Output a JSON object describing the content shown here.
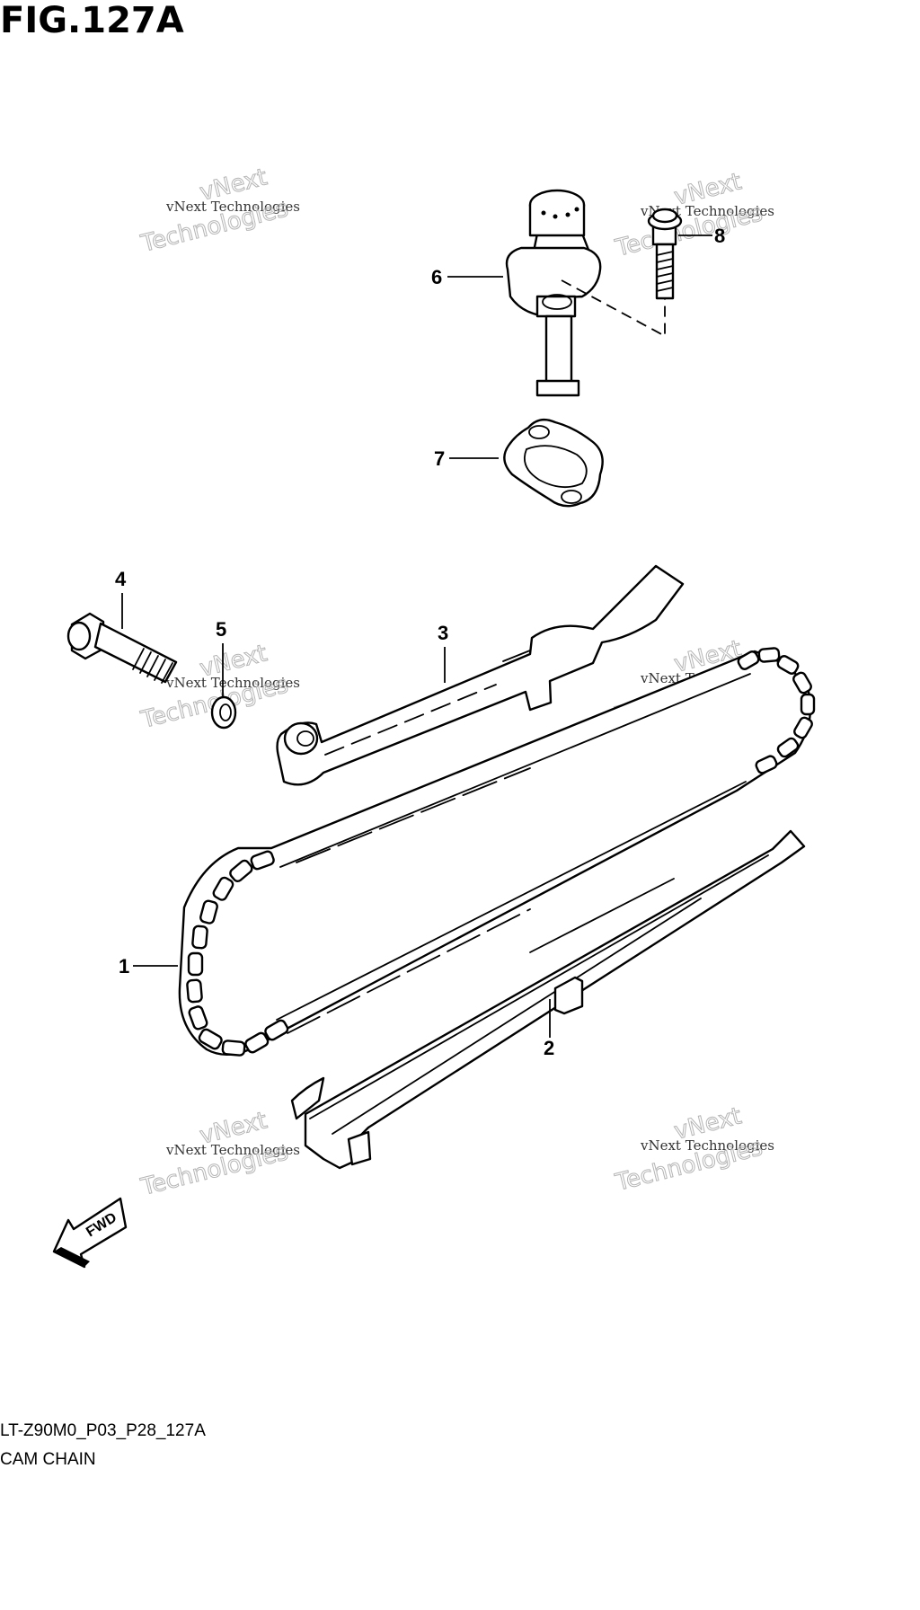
{
  "figure": {
    "title": "FIG.127A",
    "code": "LT-Z90M0_P03_P28_127A",
    "name": "CAM CHAIN"
  },
  "callouts": [
    {
      "id": "1",
      "label": "1"
    },
    {
      "id": "2",
      "label": "2"
    },
    {
      "id": "3",
      "label": "3"
    },
    {
      "id": "4",
      "label": "4"
    },
    {
      "id": "5",
      "label": "5"
    },
    {
      "id": "6",
      "label": "6"
    },
    {
      "id": "7",
      "label": "7"
    },
    {
      "id": "8",
      "label": "8"
    }
  ],
  "fwd_arrow": {
    "label": "FWD",
    "icon": "forward-arrow-icon"
  },
  "watermark": {
    "small": "vNext Technologies",
    "big_1": "vNext",
    "big_2": "Technologies"
  }
}
